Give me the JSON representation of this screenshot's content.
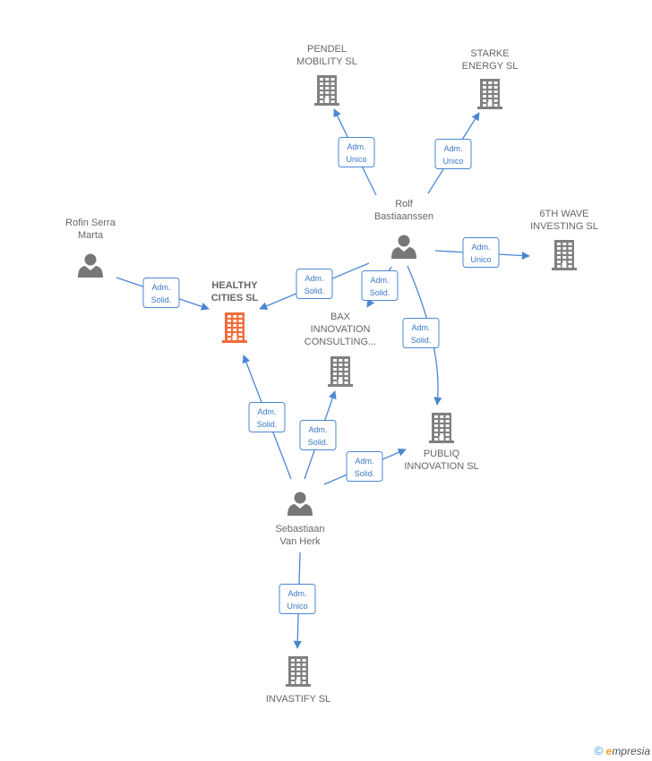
{
  "colors": {
    "edge": "#4a87d4",
    "building": "#808080",
    "highlight": "#f26b3a",
    "person": "#777777"
  },
  "nodes": [
    {
      "id": "healthy",
      "kind": "company",
      "highlight": true,
      "label": [
        "HEALTHY",
        "CITIES  SL"
      ]
    },
    {
      "id": "pendel",
      "kind": "company",
      "label": [
        "PENDEL",
        "MOBILITY  SL"
      ]
    },
    {
      "id": "starke",
      "kind": "company",
      "label": [
        "STARKE",
        "ENERGY  SL"
      ]
    },
    {
      "id": "sixth",
      "kind": "company",
      "label": [
        "6TH WAVE",
        "INVESTING  SL"
      ]
    },
    {
      "id": "bax",
      "kind": "company",
      "label": [
        "BAX",
        "INNOVATION",
        "CONSULTING..."
      ]
    },
    {
      "id": "publiq",
      "kind": "company",
      "label": [
        "PUBLIQ",
        "INNOVATION  SL"
      ]
    },
    {
      "id": "invastify",
      "kind": "company",
      "label": [
        "INVASTIFY  SL"
      ]
    },
    {
      "id": "rolf",
      "kind": "person",
      "label": [
        "Rolf",
        "Bastiaanssen"
      ]
    },
    {
      "id": "rofin",
      "kind": "person",
      "label": [
        "Rofin Serra",
        "Marta"
      ]
    },
    {
      "id": "sebastiaan",
      "kind": "person",
      "label": [
        "Sebastiaan",
        "Van Herk"
      ]
    }
  ],
  "edges": [
    {
      "from": "rolf",
      "to": "pendel",
      "role": [
        "Adm.",
        "Unico"
      ]
    },
    {
      "from": "rolf",
      "to": "starke",
      "role": [
        "Adm.",
        "Unico"
      ]
    },
    {
      "from": "rolf",
      "to": "sixth",
      "role": [
        "Adm.",
        "Unico"
      ]
    },
    {
      "from": "rolf",
      "to": "healthy",
      "role": [
        "Adm.",
        "Solid."
      ]
    },
    {
      "from": "rolf",
      "to": "bax",
      "role": [
        "Adm.",
        "Solid."
      ]
    },
    {
      "from": "rolf",
      "to": "publiq",
      "role": [
        "Adm.",
        "Solid."
      ]
    },
    {
      "from": "rofin",
      "to": "healthy",
      "role": [
        "Adm.",
        "Solid."
      ]
    },
    {
      "from": "sebastiaan",
      "to": "healthy",
      "role": [
        "Adm.",
        "Solid."
      ]
    },
    {
      "from": "sebastiaan",
      "to": "bax",
      "role": [
        "Adm.",
        "Solid."
      ]
    },
    {
      "from": "sebastiaan",
      "to": "publiq",
      "role": [
        "Adm.",
        "Solid."
      ]
    },
    {
      "from": "sebastiaan",
      "to": "invastify",
      "role": [
        "Adm.",
        "Unico"
      ]
    }
  ],
  "footer": {
    "copyright": "©",
    "brand_initial": "e",
    "brand_rest": "mpresia"
  }
}
